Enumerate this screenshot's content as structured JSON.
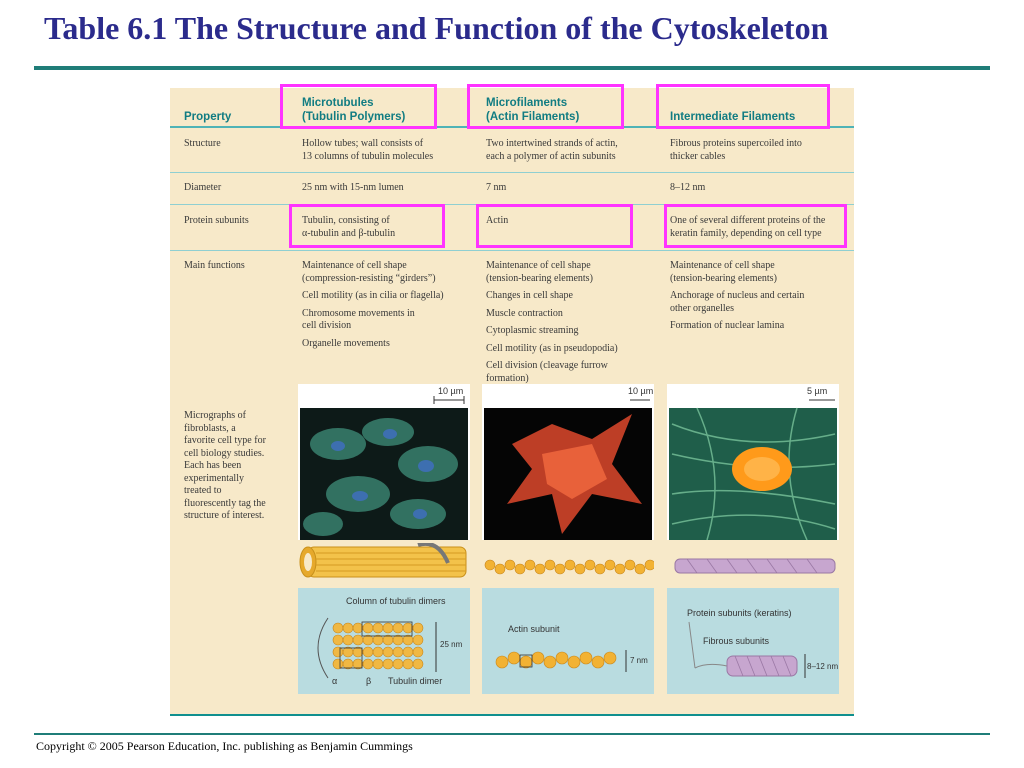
{
  "slide": {
    "title": "Table 6.1 The Structure and Function of the Cytoskeleton",
    "copyright": "Copyright © 2005 Pearson Education, Inc. publishing as Benjamin Cummings"
  },
  "table": {
    "headers": {
      "property": "Property",
      "microtubules_1": "Microtubules",
      "microtubules_2": "(Tubulin Polymers)",
      "microfilaments_1": "Microfilaments",
      "microfilaments_2": "(Actin Filaments)",
      "intermediate": "Intermediate Filaments"
    },
    "rows": {
      "structure": {
        "label": "Structure",
        "mt_1": "Hollow tubes; wall consists of",
        "mt_2": "13 columns of tubulin molecules",
        "mf_1": "Two intertwined strands of actin,",
        "mf_2": "each a polymer of actin subunits",
        "if_1": "Fibrous proteins supercoiled into",
        "if_2": "thicker cables"
      },
      "diameter": {
        "label": "Diameter",
        "mt": "25 nm with 15-nm lumen",
        "mf": "7 nm",
        "if": "8–12 nm"
      },
      "subunits": {
        "label": "Protein subunits",
        "mt_1": "Tubulin, consisting of",
        "mt_2": "α-tubulin and β-tubulin",
        "mf": "Actin",
        "if_1": "One of several different proteins of the",
        "if_2": "keratin family, depending on cell type"
      },
      "functions": {
        "label": "Main functions",
        "mt": [
          "Maintenance of cell shape",
          "(compression-resisting “girders”)",
          "Cell motility (as in cilia or flagella)",
          "Chromosome movements in",
          "cell division",
          "Organelle movements"
        ],
        "mf": [
          "Maintenance of cell shape",
          "(tension-bearing elements)",
          "Changes in cell shape",
          "Muscle contraction",
          "Cytoplasmic streaming",
          "Cell motility (as in pseudopodia)",
          "Cell division (cleavage furrow",
          "formation)"
        ],
        "if": [
          "Maintenance of cell shape",
          "(tension-bearing elements)",
          "Anchorage of nucleus and certain",
          "other organelles",
          "Formation of nuclear lamina"
        ]
      },
      "micrographs": {
        "label": [
          "Micrographs of",
          "fibroblasts, a",
          "favorite cell type for",
          "cell biology studies.",
          "Each has been",
          "experimentally",
          "treated to",
          "fluorescently tag the",
          "structure of interest."
        ],
        "scale_mt": "10 µm",
        "scale_mf": "10 µm",
        "scale_if": "5 µm"
      }
    },
    "diagram_labels": {
      "mt_column": "Column of tubulin dimers",
      "mt_diameter": "25 nm",
      "mt_alpha": "α",
      "mt_beta": "β",
      "mt_dimer": "Tubulin dimer",
      "mf_subunit": "Actin subunit",
      "mf_diameter": "7 nm",
      "if_keratins": "Protein subunits (keratins)",
      "if_fibrous": "Fibrous subunits",
      "if_diameter": "8–12 nm"
    }
  },
  "colors": {
    "title": "#2b2b8c",
    "rule": "#1f7d78",
    "header_text": "#117c82",
    "table_bg": "#f7e9c9",
    "highlight_box": "#ff33ff"
  }
}
